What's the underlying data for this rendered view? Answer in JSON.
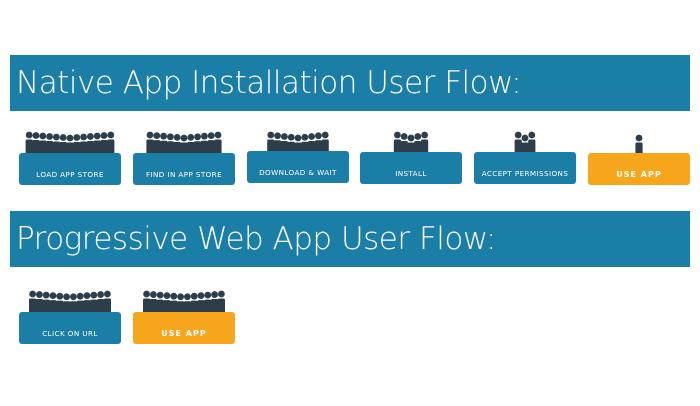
{
  "native_flow": {
    "title": "Native App Installation User Flow:",
    "steps": [
      {
        "label": "LOAD APP STORE",
        "people": 13,
        "highlight": false
      },
      {
        "label": "FIND IN APP STORE",
        "people": 11,
        "highlight": false
      },
      {
        "label": "DOWNLOAD & WAIT",
        "people": 9,
        "highlight": false
      },
      {
        "label": "INSTALL",
        "people": 5,
        "highlight": false
      },
      {
        "label": "ACCEPT PERMISSIONS",
        "people": 3,
        "highlight": false
      },
      {
        "label": "USE APP",
        "people": 1,
        "highlight": true
      }
    ]
  },
  "pwa_flow": {
    "title": "Progressive Web App User Flow:",
    "steps": [
      {
        "label": "CLICK ON URL",
        "people": 12,
        "highlight": false
      },
      {
        "label": "USE APP",
        "people": 12,
        "highlight": true
      }
    ]
  },
  "colors": {
    "banner_blue": "#1b7ea7",
    "step_blue": "#1b7ea7",
    "step_orange": "#f7a51b",
    "figure_dark": "#2d3e4a",
    "text_white": "#ffffff"
  },
  "icons": {
    "person": "person-icon"
  }
}
